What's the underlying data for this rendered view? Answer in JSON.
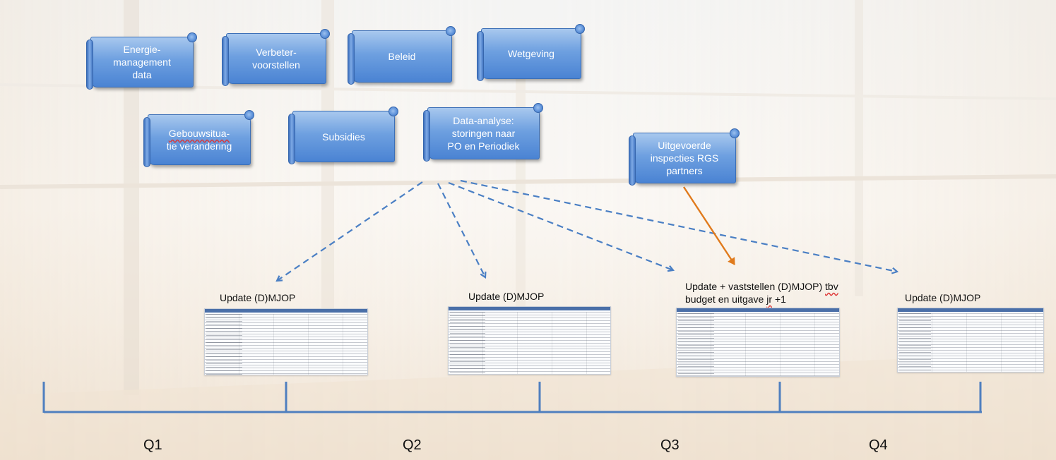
{
  "inputs": {
    "energie": "Energie-\nmanagement\ndata",
    "verbeter": "Verbeter-\nvoorstellen",
    "beleid": "Beleid",
    "wetgeving": "Wetgeving",
    "gebouw_line1": "Gebouwsitua-",
    "gebouw_line2": "tie verandering",
    "subsidies": "Subsidies",
    "data_analyse": "Data-analyse:\nstoringen naar\nPO en Periodiek",
    "inspecties": "Uitgevoerde\ninspecties RGS\npartners"
  },
  "updates": {
    "q1": "Update (D)MJOP",
    "q2": "Update (D)MJOP",
    "q3_line1_a": "Update + vaststellen (D)MJOP) ",
    "q3_line1_b": "tbv",
    "q3_line2_a": "budget en uitgave ",
    "q3_line2_b": "jr",
    "q3_line2_c": " +1",
    "q4": "Update (D)MJOP"
  },
  "quarters": [
    "Q1",
    "Q2",
    "Q3",
    "Q4"
  ],
  "colors": {
    "scroll_fill": "#5b91dc",
    "dashed_arrow": "#4a7fc4",
    "inspection_arrow": "#e07a1c",
    "timeline": "#4f7fbf"
  }
}
